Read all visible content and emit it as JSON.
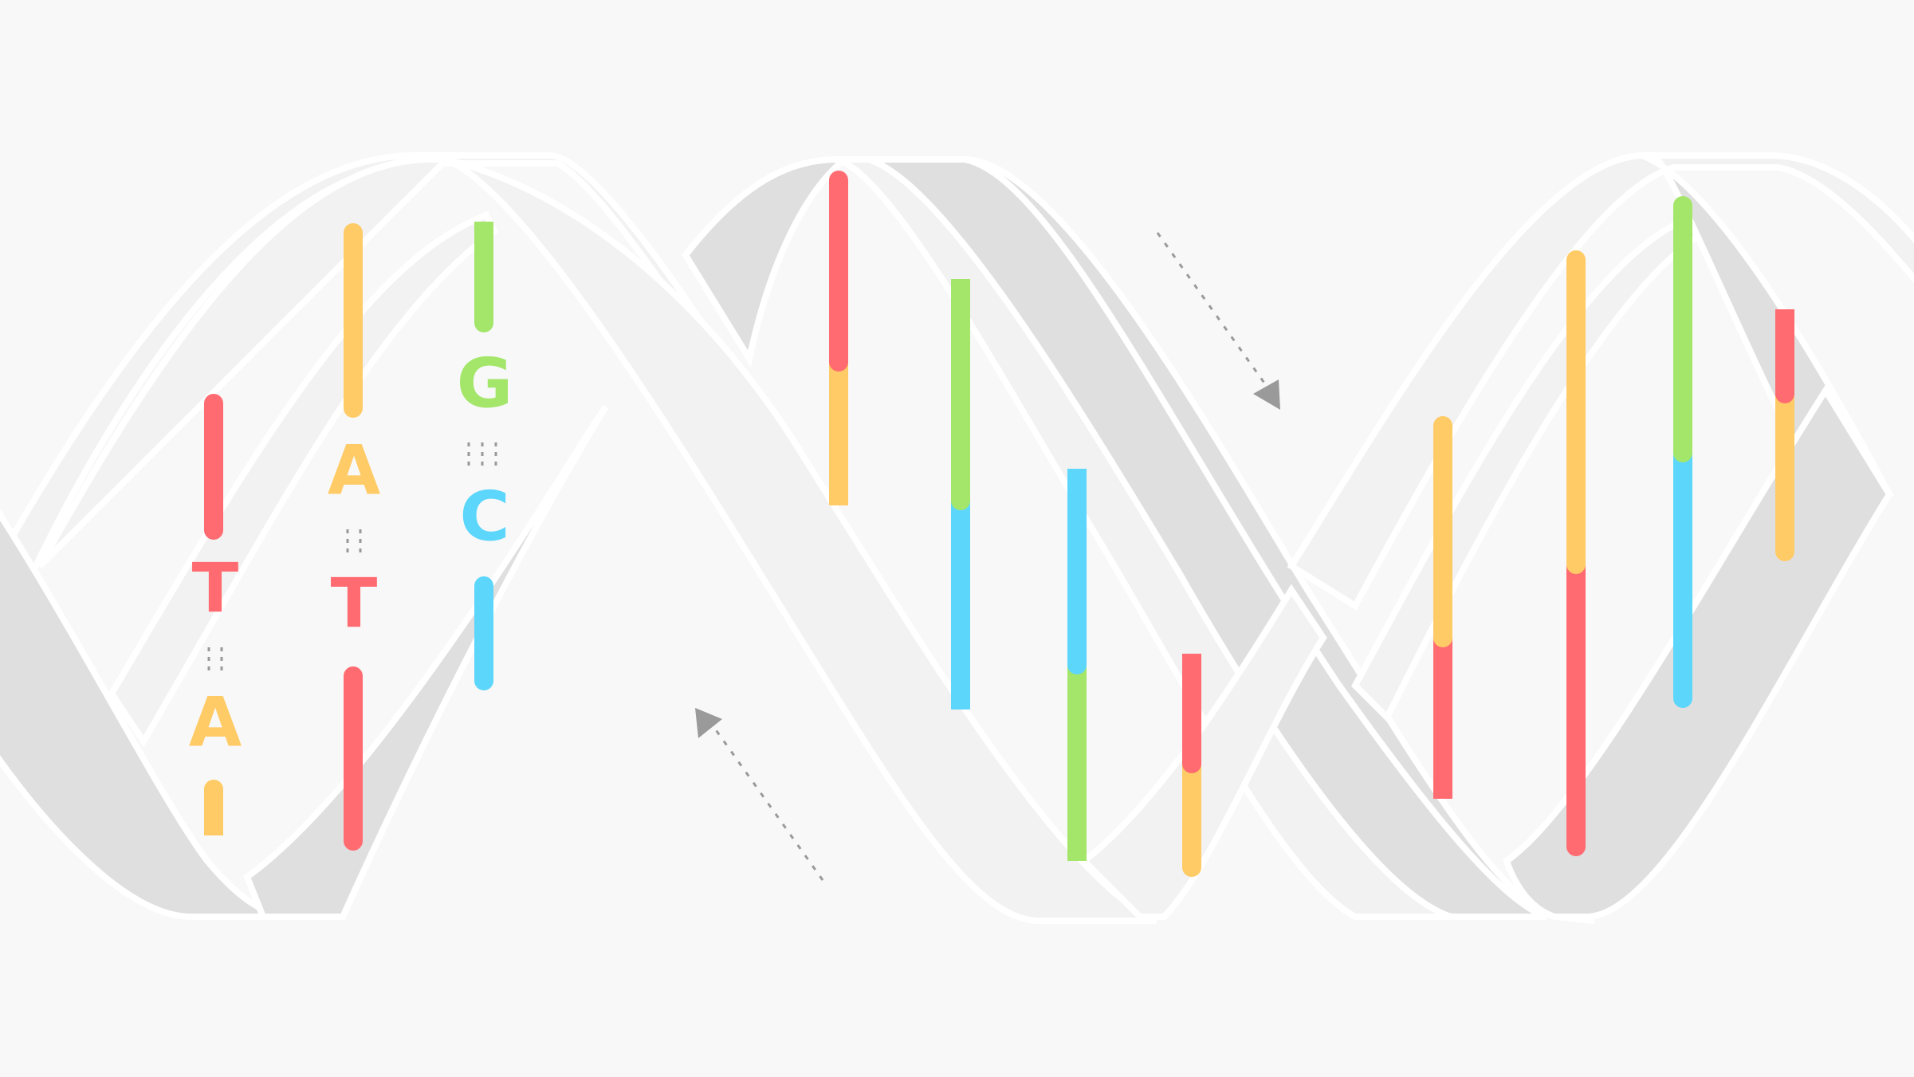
{
  "colors": {
    "background": "#f8f8f8",
    "strand_light": "#f2f2f2",
    "strand_dark": "#e0dfe0",
    "strand_edge": "#ffffff",
    "T": "#ff6b70",
    "A": "#ffcb66",
    "G": "#a3e66a",
    "C": "#5cd6fb",
    "arrow": "#9a9a9a"
  },
  "base_pairs_labeled": [
    {
      "top": "T",
      "bottom": "A"
    },
    {
      "top": "A",
      "bottom": "T"
    },
    {
      "top": "G",
      "bottom": "C"
    }
  ],
  "arrows": [
    {
      "name": "direction-arrow-down",
      "direction": "down-right"
    },
    {
      "name": "direction-arrow-up",
      "direction": "up-left"
    }
  ]
}
